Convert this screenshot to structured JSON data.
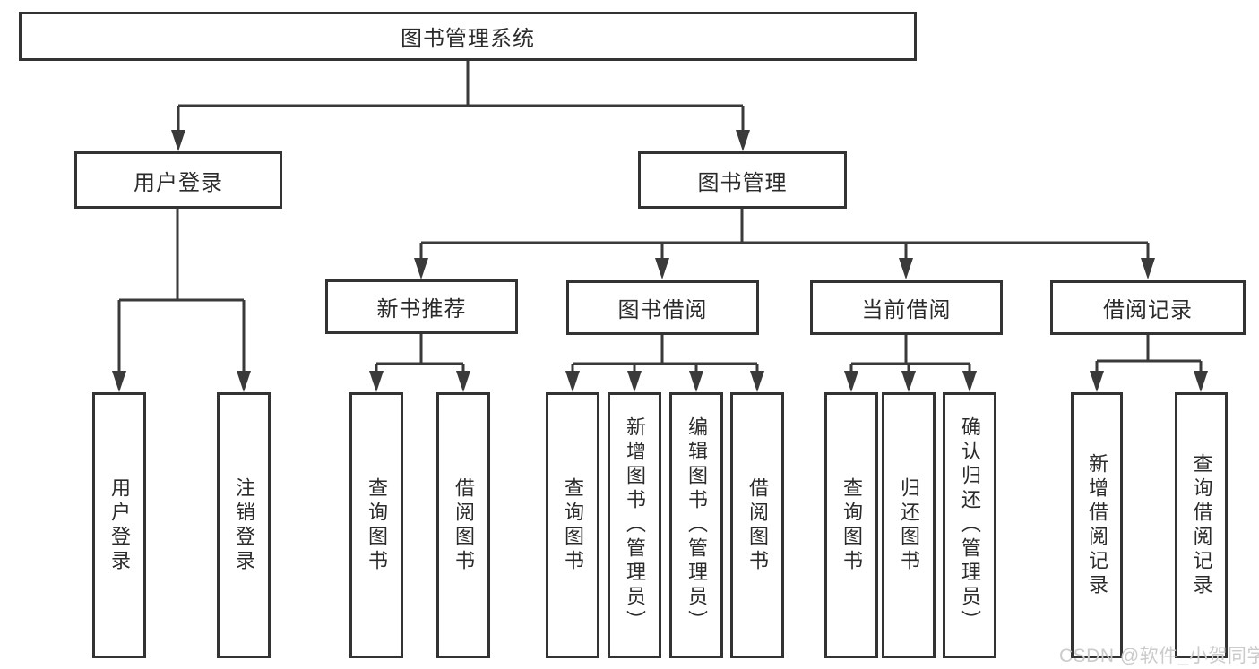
{
  "diagram_type": "hierarchy-structure-chart",
  "colors": {
    "background": "#ffffff",
    "box_border": "#333333",
    "connector_line": "#3a3a3a",
    "text": "#2b2b2b",
    "watermark_text": "#cbcbcb"
  },
  "tree": {
    "root": "图书管理系统",
    "children": [
      {
        "label": "用户登录",
        "children": [
          "用户登录",
          "注销登录"
        ]
      },
      {
        "label": "图书管理",
        "children": [
          {
            "label": "新书推荐",
            "children": [
              "查询图书",
              "借阅图书"
            ]
          },
          {
            "label": "图书借阅",
            "children": [
              "查询图书",
              "新增图书（管理员）",
              "编辑图书（管理员）",
              "借阅图书"
            ]
          },
          {
            "label": "当前借阅",
            "children": [
              "查询图书",
              "归还图书",
              "确认归还（管理员）"
            ]
          },
          {
            "label": "借阅记录",
            "children": [
              "新增借阅记录",
              "查询借阅记录"
            ]
          }
        ]
      }
    ]
  },
  "watermark": "CSDN @软件_小贺同学"
}
